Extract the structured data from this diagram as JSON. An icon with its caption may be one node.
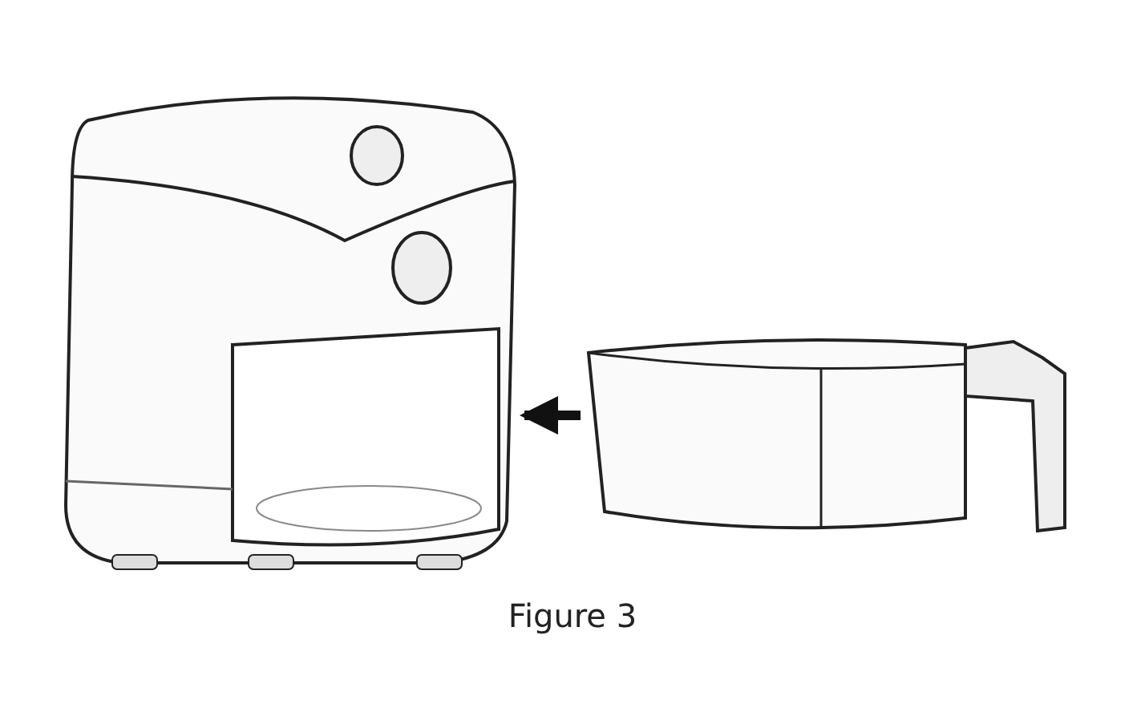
{
  "diagram": {
    "caption": "Figure 3",
    "nodes": [
      {
        "text": [],
        "shape": "picture"
      },
      {
        "text": [],
        "shape": "picture"
      }
    ],
    "edges": [
      {
        "from": 1,
        "to": 0,
        "arrow": "to"
      }
    ]
  }
}
